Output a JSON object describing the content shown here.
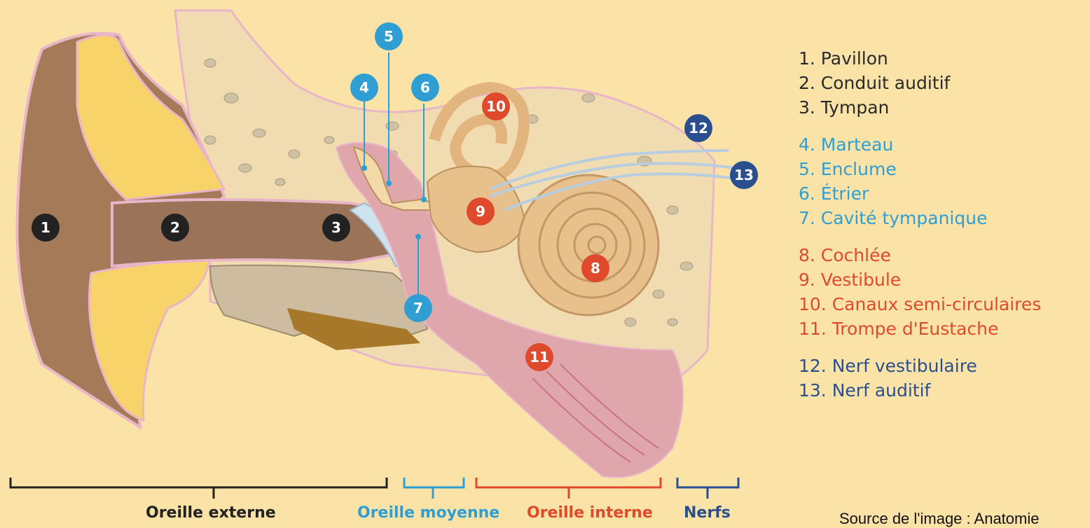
{
  "legend": {
    "outer": [
      "1. Pavillon",
      "2. Conduit auditif",
      "3. Tympan"
    ],
    "middle": [
      "4. Marteau",
      "5. Enclume",
      "6. Étrier",
      "7. Cavité tympanique"
    ],
    "inner": [
      "8. Cochlée",
      "9. Vestibule",
      "10. Canaux semi-circulaires",
      "11. Trompe d'Eustache"
    ],
    "nerves": [
      "12. Nerf vestibulaire",
      "13. Nerf auditif"
    ]
  },
  "brackets": {
    "outer": "Oreille externe",
    "middle": "Oreille moyenne",
    "inner": "Oreille interne",
    "nerves": "Nerfs"
  },
  "markers": [
    "1",
    "2",
    "3",
    "4",
    "5",
    "6",
    "7",
    "8",
    "9",
    "10",
    "11",
    "12",
    "13"
  ],
  "source": "Source de l'image : Anatomie",
  "colors": {
    "background": "#fbe3a8",
    "outer": "#222222",
    "middle": "#2f9fd3",
    "inner": "#e04a2c",
    "nerves": "#2a4f8f"
  }
}
